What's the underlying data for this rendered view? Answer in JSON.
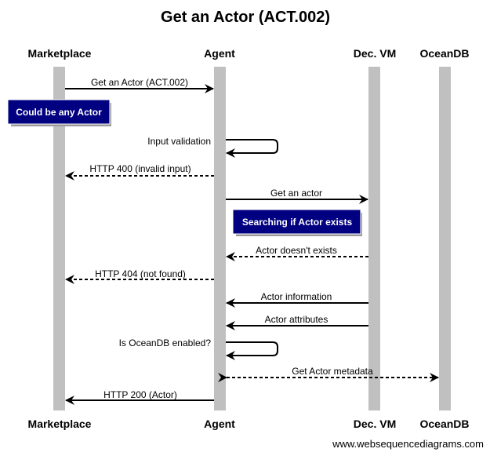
{
  "diagram": {
    "title": "Get an Actor (ACT.002)",
    "participants": [
      "Marketplace",
      "Agent",
      "Dec. VM",
      "OceanDB"
    ],
    "notes": {
      "any_actor": "Could be any Actor",
      "searching": "Searching if Actor exists"
    },
    "messages": {
      "get_actor_req": "Get an Actor (ACT.002)",
      "input_validation": "Input validation",
      "http_400": "HTTP 400 (invalid input)",
      "get_an_actor": "Get an actor",
      "actor_not_exists": "Actor doesn't exists",
      "http_404": "HTTP 404 (not found)",
      "actor_information": "Actor information",
      "actor_attributes": "Actor attributes",
      "oceandb_enabled": "Is OceanDB enabled?",
      "get_actor_metadata": "Get Actor metadata",
      "http_200": "HTTP 200 (Actor)"
    },
    "watermark": "www.websequencediagrams.com"
  }
}
